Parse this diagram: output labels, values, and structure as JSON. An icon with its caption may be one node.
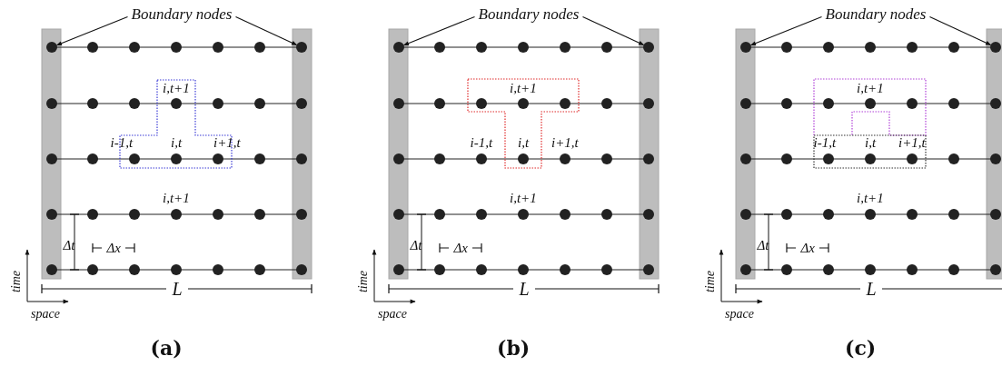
{
  "diagram": {
    "nodes": [
      {
        "text": [
          "Boundary nodes"
        ]
      },
      {
        "text": [],
        "shape": "circle"
      },
      {
        "text": [],
        "shape": "circle"
      },
      {
        "text": [
          "Boundary nodes"
        ]
      },
      {
        "text": [],
        "shape": "circle"
      },
      {
        "text": [],
        "shape": "circle"
      },
      {
        "text": [
          "Boundary nodes"
        ]
      },
      {
        "text": [],
        "shape": "circle"
      },
      {
        "text": [],
        "shape": "circle"
      }
    ],
    "edges": [
      {
        "from": 0,
        "to": 1,
        "arrow": "to"
      },
      {
        "from": 0,
        "to": 2,
        "arrow": "to"
      },
      {
        "from": 3,
        "to": 4,
        "arrow": "to"
      },
      {
        "from": 3,
        "to": 5,
        "arrow": "to"
      },
      {
        "from": 6,
        "to": 7,
        "arrow": "to"
      },
      {
        "from": 6,
        "to": 8,
        "arrow": "to"
      }
    ],
    "labels": [
      "i,t+1",
      "i-1,t",
      "i,t",
      "i+1,t",
      "i,t+1",
      "Δt",
      "Δx",
      "L",
      "time",
      "space",
      "(a)",
      "i,t+1",
      "i-1,t",
      "i,t",
      "i+1,t",
      "i,t+1",
      "Δt",
      "Δx",
      "L",
      "time",
      "space",
      "(b)",
      "i,t+1",
      "i-1,t",
      "i,t",
      "i+1,t",
      "i,t+1",
      "Δt",
      "Δx",
      "L",
      "time",
      "space",
      "(c)"
    ]
  }
}
